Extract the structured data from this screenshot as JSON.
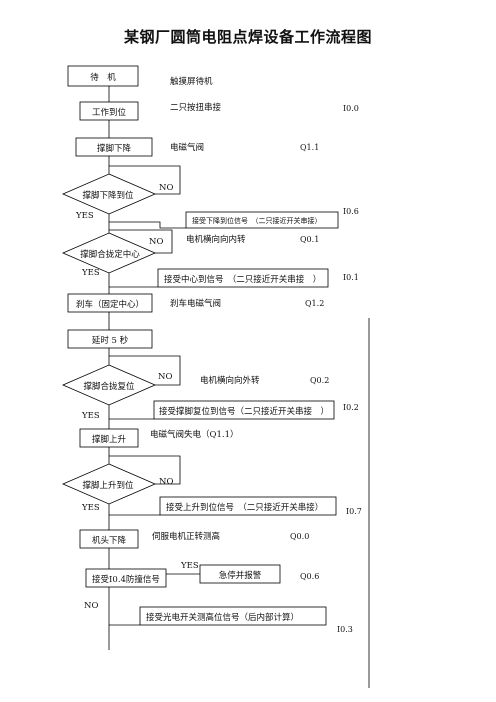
{
  "title": "某钢厂圆筒电阻点焊设备工作流程图",
  "steps": {
    "standby": "待　机",
    "work_in_place": "工作到位",
    "leg_down": "撑脚下降",
    "leg_down_ok": "撑脚下降到位",
    "leg_align": "撑脚合拢定中心",
    "brake": "刹车（固定中心）",
    "delay": "延时 5 秒",
    "leg_reset": "撑脚合拢复位",
    "leg_up": "撑脚上升",
    "leg_up_ok": "撑脚上升到位",
    "head_down": "机头下降",
    "collision": "接受I0.4防撞信号",
    "estop": "急停并报警",
    "photo_signal": "接受光电开关测高位信号（后内部计算）"
  },
  "notes": {
    "touch_standby": "触摸屏待机",
    "two_buttons": "二只按扭串接",
    "solenoid_valve": "电磁气阀",
    "recv_leg_down": "接受下降到位信号　（二只接近开关串接）",
    "motor_in": "电机横向向内转",
    "recv_center": "接受中心到信号　（二只接近开关串接　）",
    "brake_valve": "刹车电磁气阀",
    "motor_out": "电机横向向外转",
    "recv_reset": "接受撑脚复位到信号（二只接近开关串接　）",
    "valve_off": "电磁气阀失电（Q1.1）",
    "recv_up": "接受上升到位信号　（二只接近开关串接）",
    "servo": "伺服电机正转测高"
  },
  "codes": {
    "i00": "I0.0",
    "q11": "Q1.1",
    "i06": "I0.6",
    "q01": "Q0.1",
    "i01": "I0.1",
    "q12": "Q1.2",
    "q02": "Q0.2",
    "i02": "I0.2",
    "i07": "I0.7",
    "q00": "Q0.0",
    "q06": "Q0.6",
    "i03": "I0.3"
  },
  "branches": {
    "yes": "YES",
    "no": "NO"
  }
}
